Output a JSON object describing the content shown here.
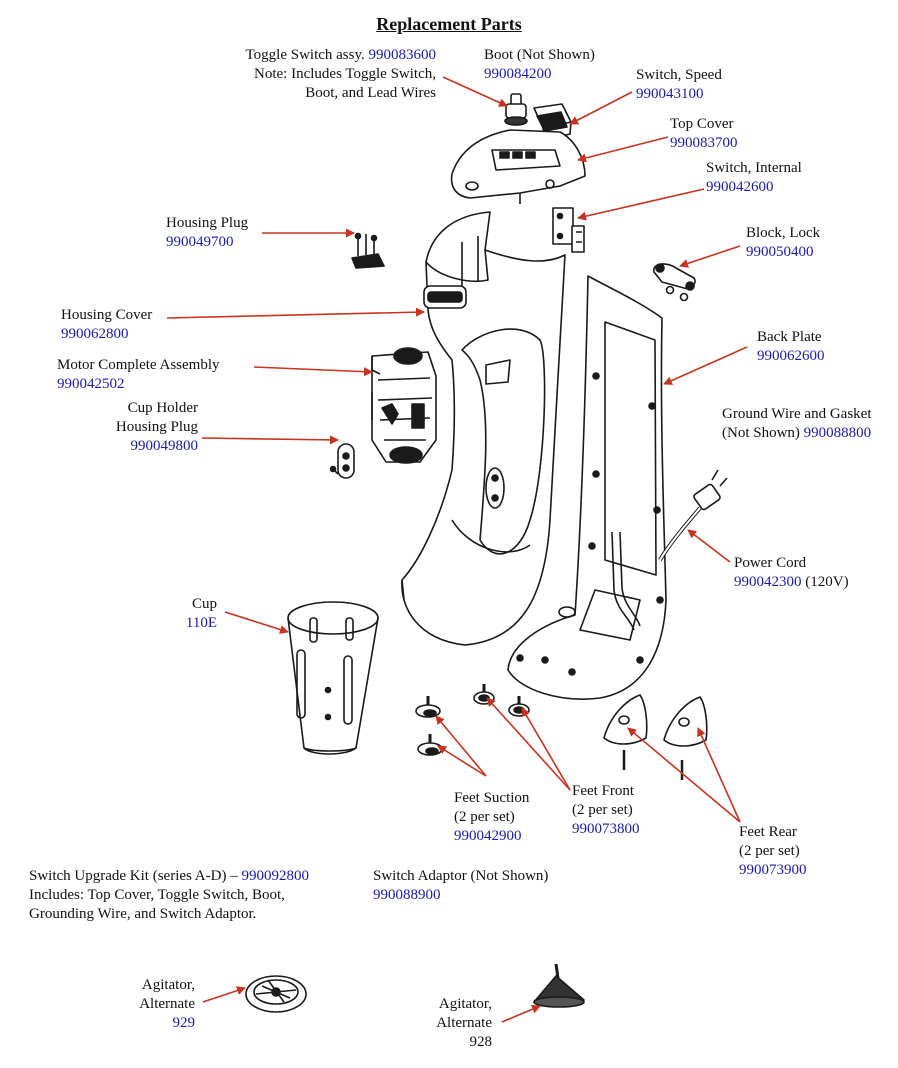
{
  "title": "Replacement Parts",
  "parts": {
    "toggle_switch": {
      "name": "Toggle Switch assy.",
      "number": "990083600",
      "note1": "Note: Includes Toggle Switch,",
      "note2": "Boot, and Lead Wires"
    },
    "boot": {
      "name": "Boot (Not Shown)",
      "number": "990084200"
    },
    "switch_speed": {
      "name": "Switch, Speed",
      "number": "990043100"
    },
    "top_cover": {
      "name": "Top Cover",
      "number": "990083700"
    },
    "switch_internal": {
      "name": "Switch, Internal",
      "number": "990042600"
    },
    "housing_plug": {
      "name": "Housing Plug",
      "number": "990049700"
    },
    "block_lock": {
      "name": "Block, Lock",
      "number": "990050400"
    },
    "housing_cover": {
      "name": "Housing Cover",
      "number": "990062800"
    },
    "back_plate": {
      "name": "Back Plate",
      "number": "990062600"
    },
    "motor": {
      "name": "Motor Complete Assembly",
      "number": "990042502"
    },
    "cup_holder_plug": {
      "name1": "Cup Holder",
      "name2": "Housing Plug",
      "number": "990049800"
    },
    "ground_wire": {
      "name1": "Ground Wire and Gasket",
      "name2": "(Not Shown)",
      "number": "990088800"
    },
    "power_cord": {
      "name": "Power Cord",
      "number": "990042300",
      "suffix": "(120V)"
    },
    "cup": {
      "name": "Cup",
      "number": "110E"
    },
    "feet_suction": {
      "name": "Feet Suction",
      "set": "(2 per set)",
      "number": "990042900"
    },
    "feet_front": {
      "name": "Feet Front",
      "set": "(2 per set)",
      "number": "990073800"
    },
    "feet_rear": {
      "name": "Feet Rear",
      "set": "(2 per set)",
      "number": "990073900"
    },
    "upgrade_kit": {
      "name": "Switch Upgrade Kit (series A-D) –",
      "number": "990092800",
      "line2": "Includes: Top Cover, Toggle Switch, Boot,",
      "line3": "Grounding Wire, and Switch Adaptor."
    },
    "switch_adaptor": {
      "name": "Switch Adaptor (Not Shown)",
      "number": "990088900"
    },
    "agitator_929": {
      "name1": "Agitator,",
      "name2": "Alternate",
      "number": "929"
    },
    "agitator_928": {
      "name1": "Agitator,",
      "name2": "Alternate",
      "number": "928"
    }
  },
  "colors": {
    "arrow": "#c8321e",
    "part_number": "#1a1ab0",
    "line_art": "#1a1a1a"
  }
}
